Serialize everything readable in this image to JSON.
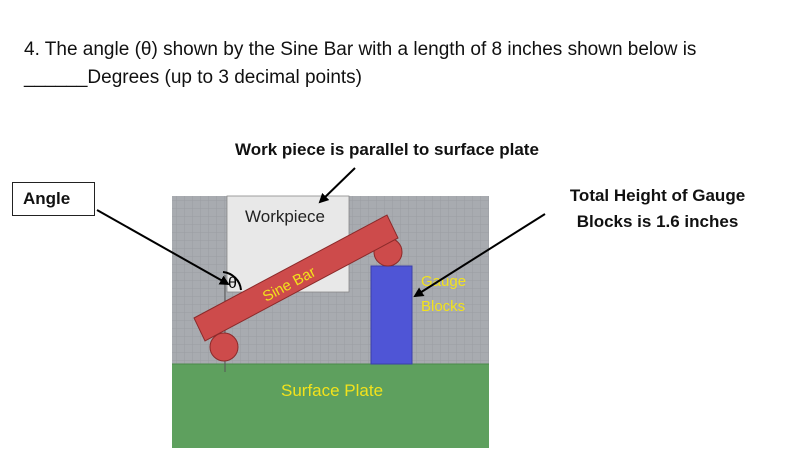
{
  "question": {
    "line1": "4. The angle (θ) shown by the Sine Bar with a length of 8 inches shown below is",
    "blank": "______",
    "line2": "Degrees (up to 3 decimal points)"
  },
  "labels": {
    "angle_box": "Angle",
    "workpiece_callout": "Work piece is parallel to surface plate",
    "gauge_callout_line1": "Total Height of Gauge",
    "gauge_callout_line2": "Blocks is 1.6 inches"
  },
  "diagram": {
    "workpiece": "Workpiece",
    "sine_bar": "Sine Bar",
    "theta": "θ",
    "gauge_line1": "Gauge",
    "gauge_line2": "Blocks",
    "surface_plate": "Surface Plate"
  },
  "colors": {
    "grid_bg": "#a8abb0",
    "workpiece": "#e6e6e6",
    "sine_bar": "#cd4b4b",
    "gauge_blocks": "#4f55d6",
    "surface_plate": "#5ea05e",
    "yellow_text": "#f2e21c"
  }
}
